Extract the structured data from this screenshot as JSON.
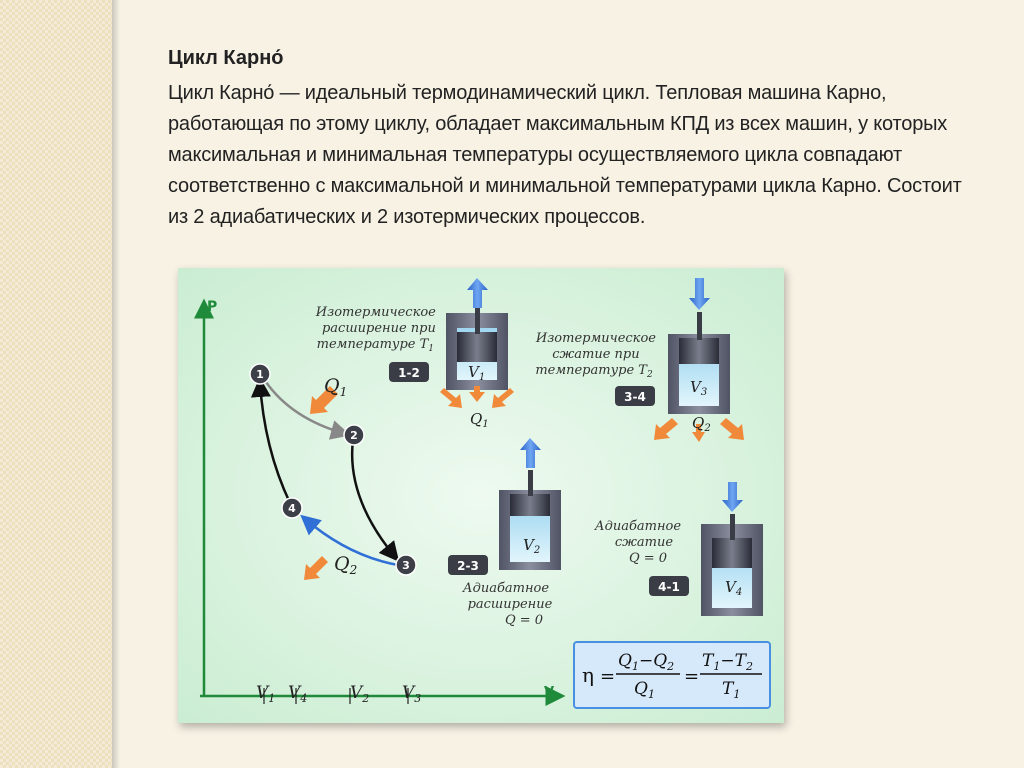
{
  "slide": {
    "title": "Цикл Карно́",
    "text": "Цикл Карно́ — идеальный термодинамический цикл. Тепловая машина Карно, работающая по этому циклу, обладает максимальным КПД из всех машин, у которых максимальная и минимальная температуры осуществляемого цикла совпадают соответственно с максимальной и минимальной температурами цикла Карно. Состоит из 2 адиабатических и 2 изотермических процессов."
  },
  "figure": {
    "axis_p": "P",
    "axis_v": "V",
    "points": [
      "1",
      "2",
      "3",
      "4"
    ],
    "q1": "Q",
    "q1_sub": "1",
    "q2": "Q",
    "q2_sub": "2",
    "volume_labels": [
      {
        "main": "V",
        "sub": "1"
      },
      {
        "main": "V",
        "sub": "4"
      },
      {
        "main": "V",
        "sub": "2"
      },
      {
        "main": "V",
        "sub": "3"
      }
    ],
    "stage_12": {
      "badge": "1-2",
      "caption": [
        "Изотермическое",
        "расширение при",
        "температуре T"
      ],
      "caption_sub": "1",
      "volume": "V",
      "volume_sub": "1",
      "heat": "Q",
      "heat_sub": "1"
    },
    "stage_34": {
      "badge": "3-4",
      "caption": [
        "Изотермическое",
        "сжатие при",
        "температуре T"
      ],
      "caption_sub": "2",
      "volume": "V",
      "volume_sub": "3",
      "heat": "Q",
      "heat_sub": "2"
    },
    "stage_23": {
      "badge": "2-3",
      "caption": [
        "Адиабатное",
        "расширение",
        "Q = 0"
      ],
      "volume": "V",
      "volume_sub": "2"
    },
    "stage_41": {
      "badge": "4-1",
      "caption": [
        "Адиабатное",
        "сжатие",
        "Q = 0"
      ],
      "volume": "V",
      "volume_sub": "4"
    },
    "formula": {
      "eta": "η",
      "eq": "=",
      "num1": "Q",
      "num1_sub": "1",
      "minus": "−",
      "num1b": "Q",
      "num1b_sub": "2",
      "den1": "Q",
      "den1_sub": "1",
      "num2": "T",
      "num2_sub": "1",
      "num2b": "T",
      "num2b_sub": "2",
      "den2": "T",
      "den2_sub": "1"
    },
    "colors": {
      "background": "#d9f3dc",
      "axis": "#1f8a3a",
      "arrow_blue": "#2f6fd6",
      "heat_arrow": "#f08a3a",
      "cylinder": "#6a6e7e",
      "gas": "#bfe6f6",
      "formula_box": "#d6e9fa",
      "formula_border": "#4a90e2"
    }
  }
}
